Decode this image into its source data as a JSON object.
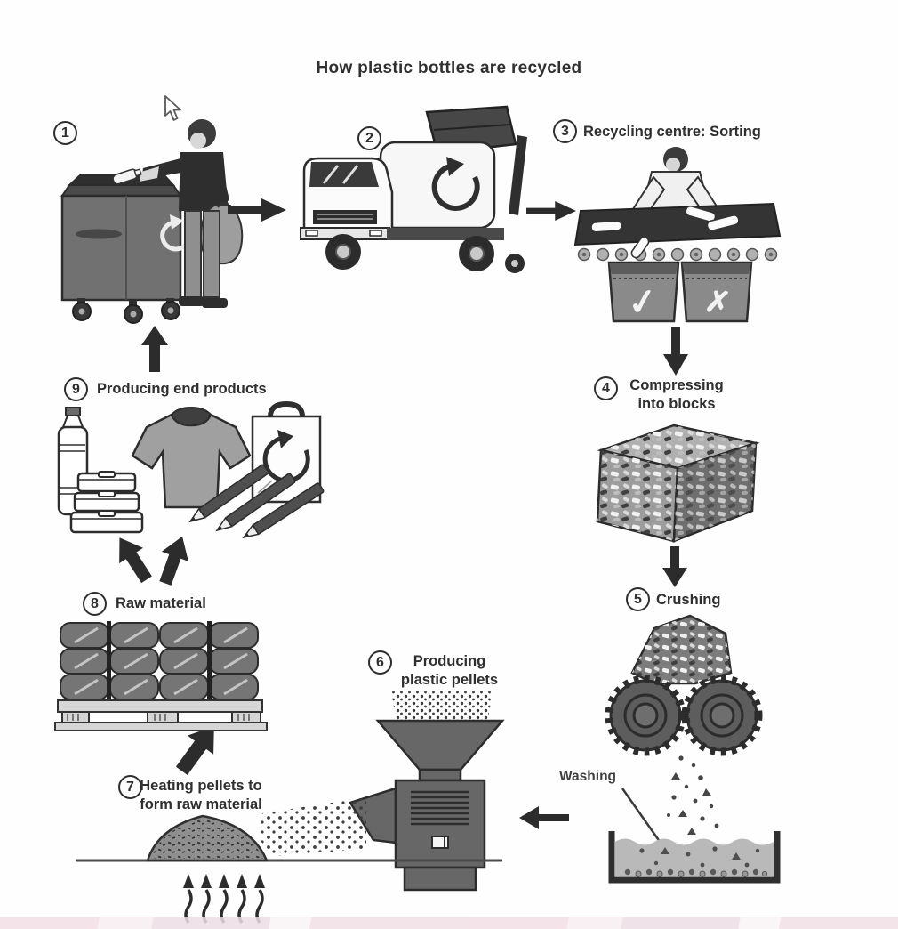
{
  "title": "How plastic bottles are recycled",
  "steps": [
    {
      "num": "1",
      "label": ""
    },
    {
      "num": "2",
      "label": ""
    },
    {
      "num": "3",
      "label": "Recycling centre: Sorting"
    },
    {
      "num": "4",
      "label": "Compressing into blocks"
    },
    {
      "num": "5",
      "label": "Crushing"
    },
    {
      "num": "6",
      "label": "Producing plastic pellets"
    },
    {
      "num": "7",
      "label": "Heating pellets to form raw material"
    },
    {
      "num": "8",
      "label": "Raw material"
    },
    {
      "num": "9",
      "label": "Producing end products"
    }
  ],
  "annotations": {
    "washing": "Washing",
    "sort_accept": "✓",
    "sort_reject": "✗"
  },
  "colors": {
    "ink": "#2c2c2c",
    "mid_gray": "#767676",
    "light_gray": "#d6d6d6",
    "watermark_pink": "#f2e0e7"
  }
}
